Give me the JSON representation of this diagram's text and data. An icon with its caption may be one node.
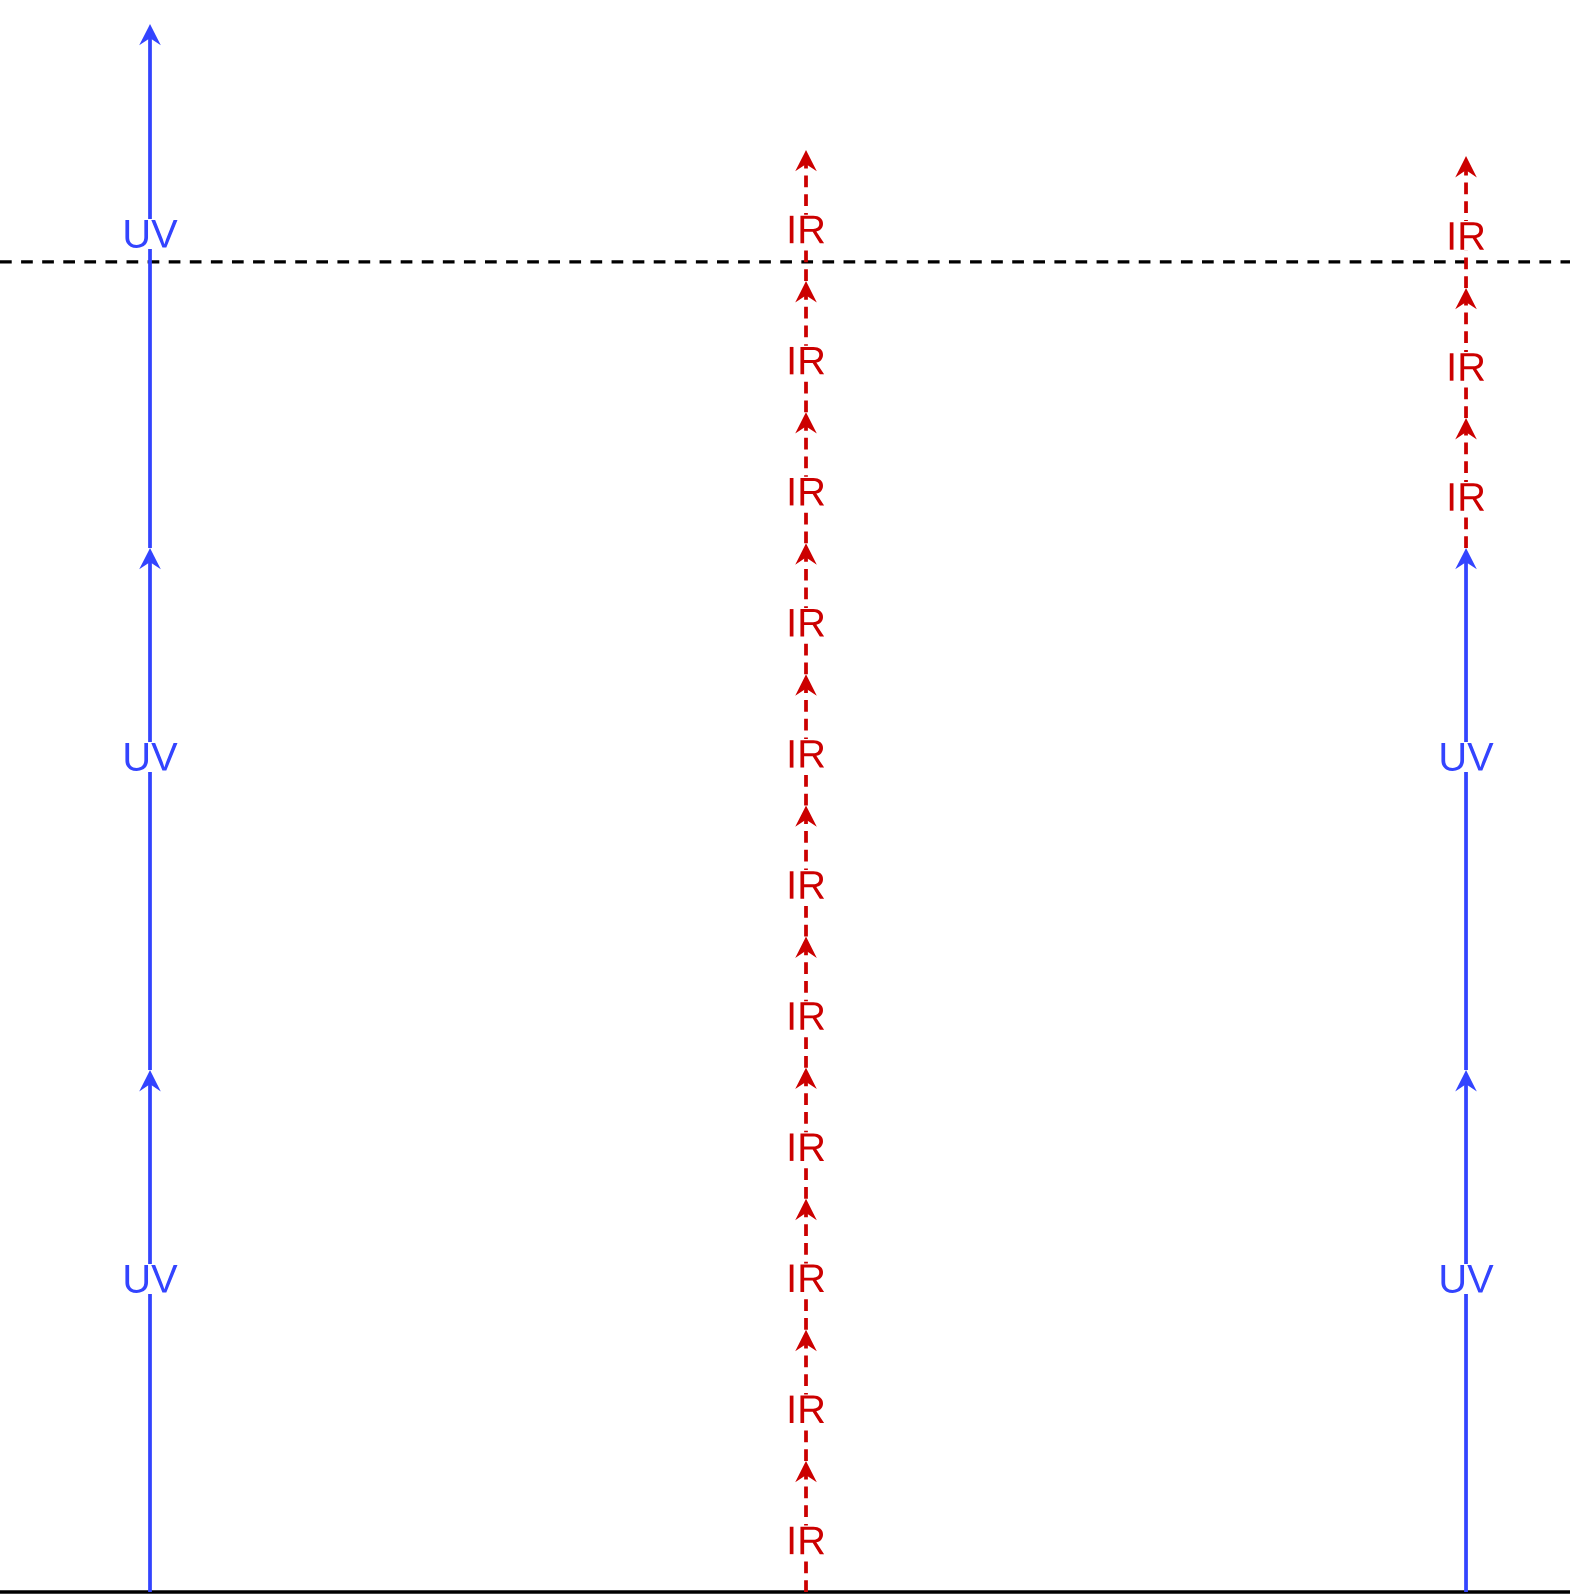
{
  "diagram": {
    "labels": [
      "UV",
      "UV",
      "UV",
      "IR",
      "IR",
      "IR",
      "IR",
      "IR",
      "IR",
      "IR",
      "IR",
      "IR",
      "IR",
      "IR",
      "IR",
      "IR",
      "IR",
      "UV",
      "UV"
    ]
  }
}
